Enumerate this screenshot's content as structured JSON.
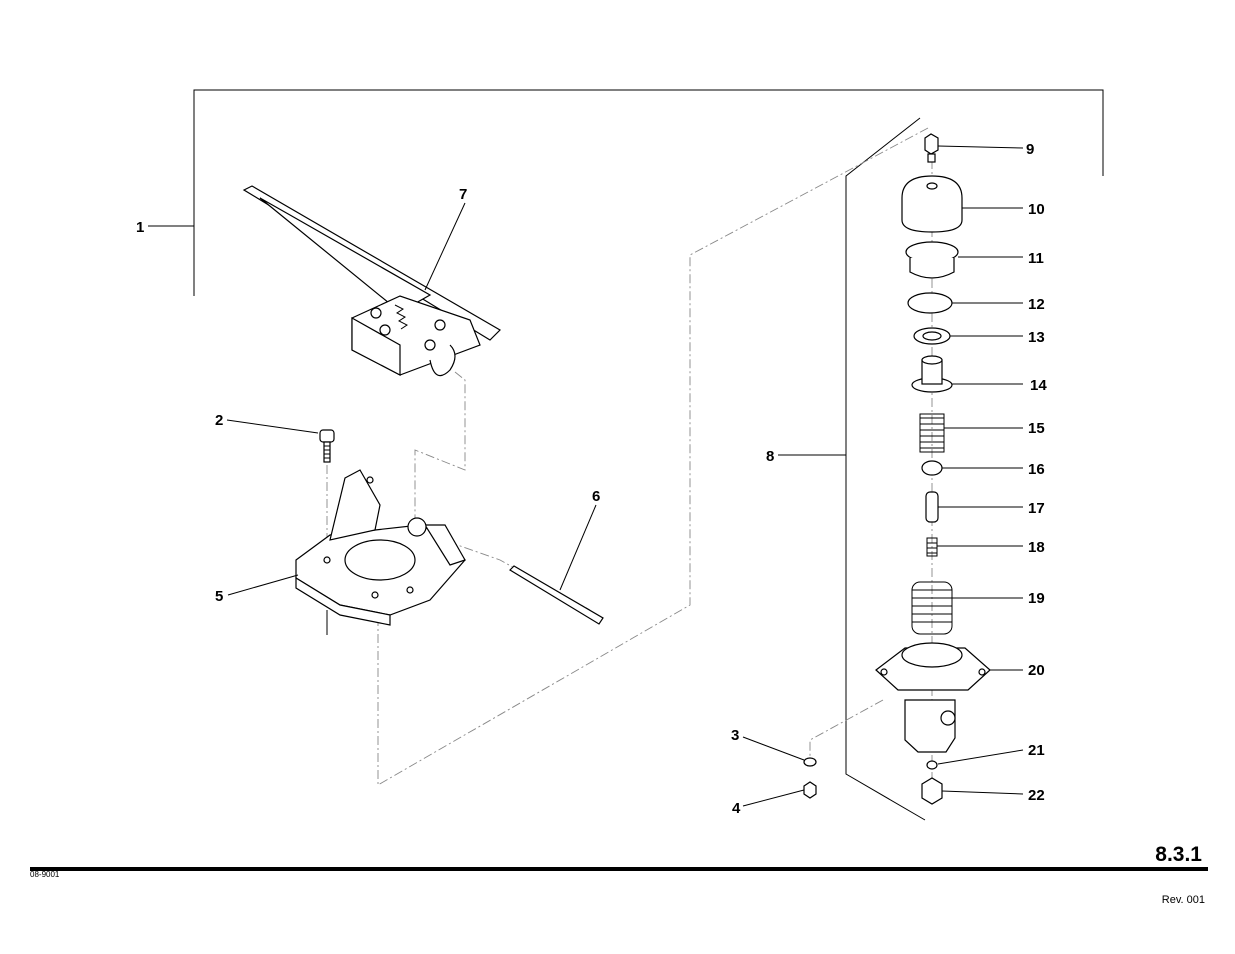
{
  "callouts": {
    "c1": "1",
    "c2": "2",
    "c3": "3",
    "c4": "4",
    "c5": "5",
    "c6": "6",
    "c7": "7",
    "c8": "8",
    "c9": "9",
    "c10": "10",
    "c11": "11",
    "c12": "12",
    "c13": "13",
    "c14": "14",
    "c15": "15",
    "c16": "16",
    "c17": "17",
    "c18": "18",
    "c19": "19",
    "c20": "20",
    "c21": "21",
    "c22": "22"
  },
  "footer": {
    "page_number": "8.3.1",
    "drawing_code": "08-9001",
    "revision": "Rev. 001"
  }
}
